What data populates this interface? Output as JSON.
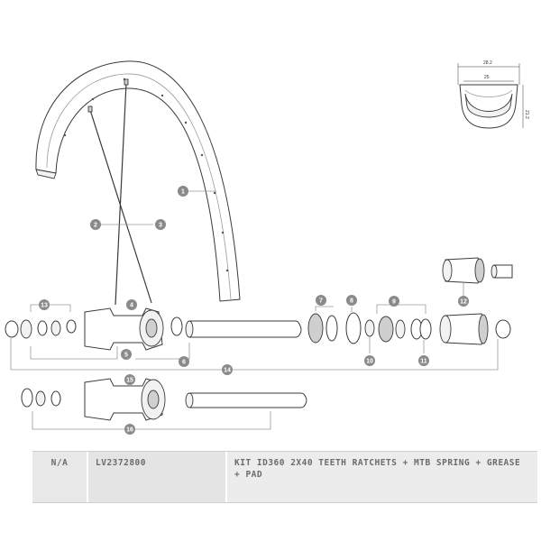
{
  "diagram": {
    "callouts": [
      "1",
      "2",
      "3",
      "4",
      "5",
      "6",
      "7",
      "8",
      "9",
      "10",
      "11",
      "12",
      "13",
      "14",
      "15",
      "16"
    ],
    "rim_profile_dimensions": {
      "outer_width": "28.2",
      "inner_width": "25",
      "height": "21.2"
    }
  },
  "parts_table": {
    "row": {
      "ref": "N/A",
      "part_number": "LV2372800",
      "description": "KIT ID360 2x40 TEETH RATCHETS + MTB SPRING + GREASE + PAD"
    }
  }
}
